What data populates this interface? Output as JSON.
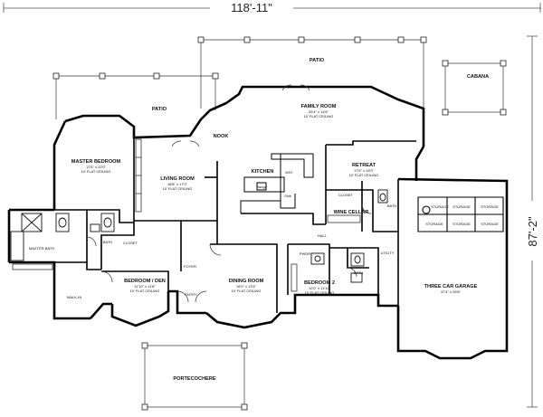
{
  "dimensions": {
    "overall_width": "118'-11\"",
    "overall_depth": "87'-2\""
  },
  "rooms": {
    "patio_top": {
      "name": "PATIO"
    },
    "patio_left": {
      "name": "PATIO"
    },
    "cabana": {
      "name": "CABANA"
    },
    "family_room": {
      "name": "FAMILY ROOM",
      "size": "26'4\" x 14'6\"",
      "ceiling": "10' FLAT CEILING"
    },
    "nook": {
      "name": "NOOK"
    },
    "master_bedroom": {
      "name": "MASTER BEDROOM",
      "size": "17'6\" x 22'0\"",
      "ceiling": "10' FLAT CEILING"
    },
    "living_room": {
      "name": "LIVING ROOM",
      "size": "18'8\" x 17'0\"",
      "ceiling": "10' FLAT CEILING"
    },
    "kitchen": {
      "name": "KITCHEN"
    },
    "retreat": {
      "name": "RETREAT",
      "size": "17'0\" x 15'0\"",
      "ceiling": "10' FLAT CEILING"
    },
    "closet_retreat": {
      "name": "CLOSET"
    },
    "wine_cellar": {
      "name": "WINE CELLAR"
    },
    "bath_right": {
      "name": "BATH"
    },
    "master_bath": {
      "name": "MASTER BATH"
    },
    "bath_left": {
      "name": "BATH"
    },
    "closet_left": {
      "name": "CLOSET"
    },
    "walk_in": {
      "name": "WALK-IN"
    },
    "bedroom_den": {
      "name": "BEDROOM / DEN",
      "size": "11'10\" x 11'8\"",
      "ceiling": "10' FLAT CEILING"
    },
    "foyer": {
      "name": "FOYER"
    },
    "entry": {
      "name": "ENTRY"
    },
    "dining_room": {
      "name": "DINING ROOM",
      "size": "16'0\" x 13'4\"",
      "ceiling": "10' FLAT CEILING"
    },
    "hall": {
      "name": "HALL"
    },
    "powder": {
      "name": "PWDR"
    },
    "bedroom_2": {
      "name": "BEDROOM 2",
      "size": "12'0\" x 11'10\"",
      "ceiling": "10' FLAT CEILING"
    },
    "bath_2": {
      "name": "BATH"
    },
    "utility": {
      "name": "UTILITY"
    },
    "three_car_garage": {
      "name": "THREE CAR GARAGE",
      "size": "37'4\" x 26'8\""
    },
    "storage": {
      "name": "STORAGE"
    },
    "portecochere": {
      "name": "PORTECOCHERE"
    }
  },
  "fixtures": {
    "range": "Range",
    "wh": "W/H",
    "sink": "Sink"
  }
}
